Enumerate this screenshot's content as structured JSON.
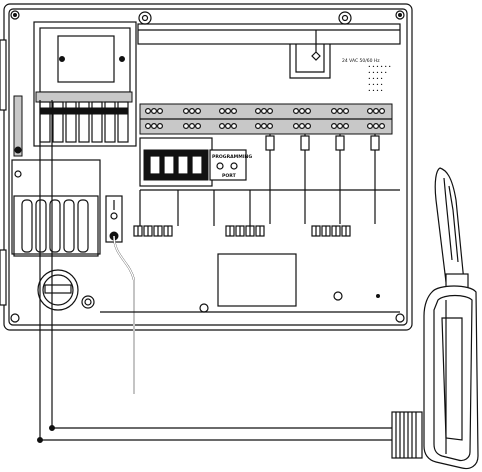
{
  "labels": {
    "port_label_line1": "PROGRAMMING",
    "port_label_line2": "PORT",
    "panel_text_lines": [
      "24 VAC 50/60 Hz",
      "• • • • • •",
      "• • • • •",
      "• • • •",
      "• • • •",
      "• • • •"
    ]
  },
  "icons": {
    "ground_symbol": "ground-icon",
    "sensor": "wireless-sensor-icon"
  },
  "colors": {
    "line": "#111111",
    "panel_fill": "#ffffff",
    "terminal_fill": "#c8c8c8"
  }
}
